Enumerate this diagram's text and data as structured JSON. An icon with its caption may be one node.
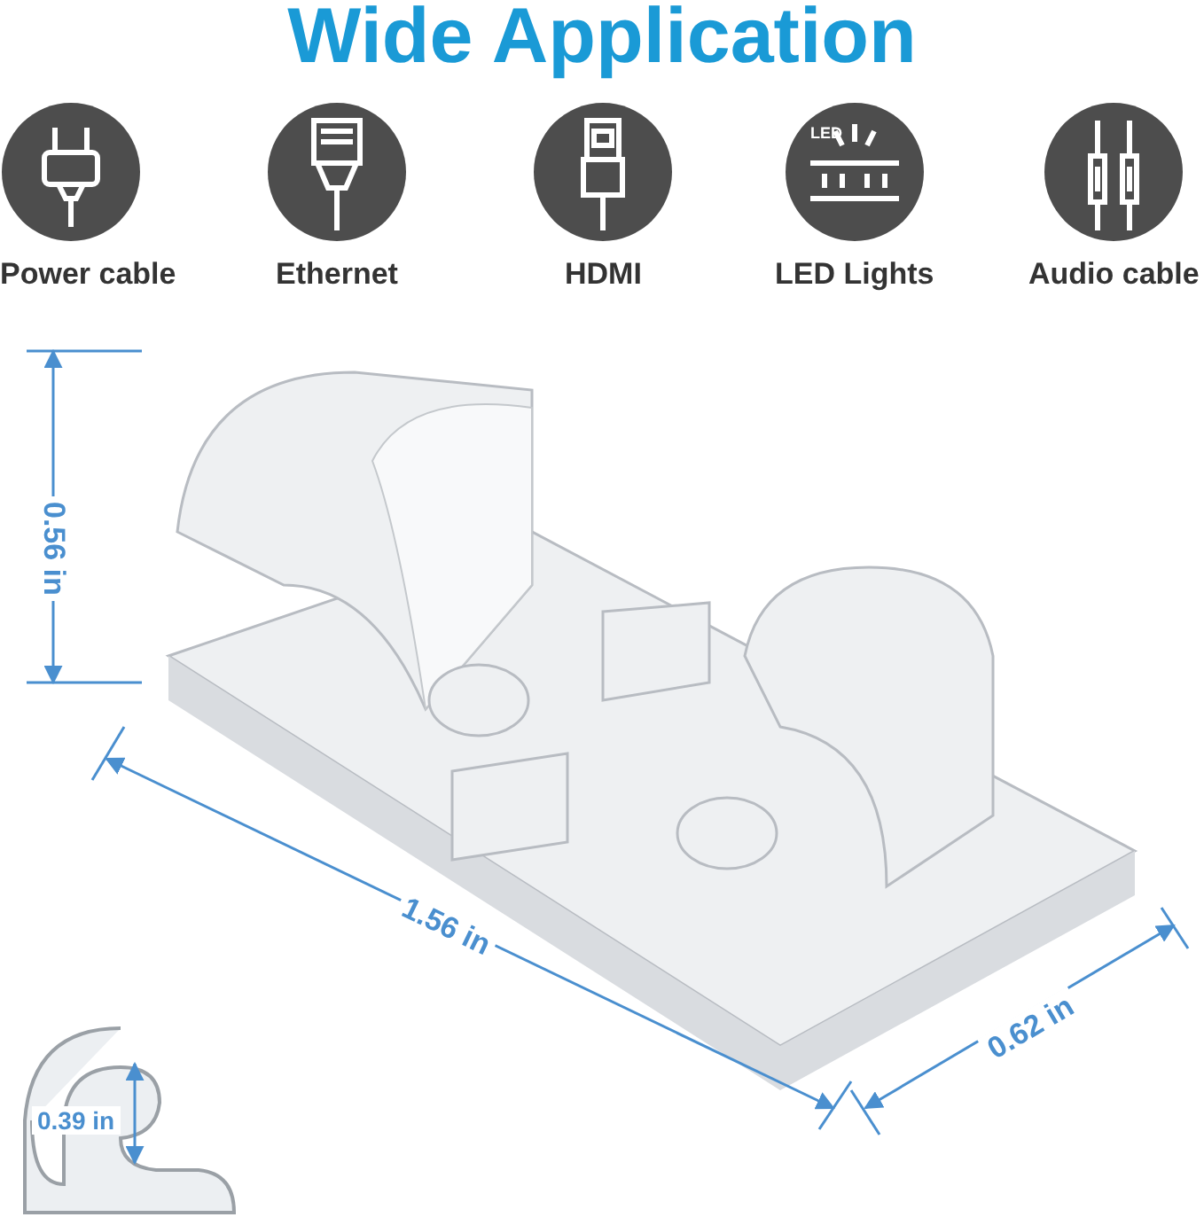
{
  "diagram": {
    "title": "Wide Application",
    "labels": [
      "Power cable",
      "Ethernet",
      "HDMI",
      "LED",
      "LED Lights",
      "Audio cable",
      "0.56 in",
      "1.56 in",
      "0.62 in",
      "0.39 in"
    ]
  }
}
